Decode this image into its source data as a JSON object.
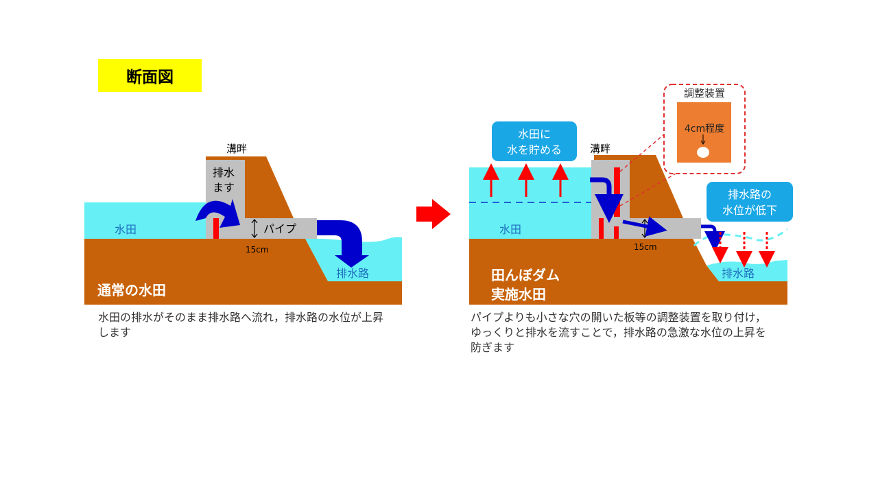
{
  "title": "断面図",
  "left": {
    "dike_label": "溝畔",
    "drain_box_label": [
      "排水",
      "ます"
    ],
    "paddy_label": "水田",
    "pipe_label": "パイプ",
    "pipe_height": "15cm",
    "channel_label": "排水路",
    "panel_title": "通常の水田",
    "caption": "水田の排水がそのまま排水路へ流れ，排水路の水位が上昇します"
  },
  "right": {
    "dike_label": "溝畔",
    "paddy_label": "水田",
    "pipe_height": "15cm",
    "channel_label": "排水路",
    "panel_title": [
      "田んぼダム",
      "実施水田"
    ],
    "callout_store": [
      "水田に",
      "水を貯める"
    ],
    "callout_level": [
      "排水路の",
      "水位が低下"
    ],
    "device_title": "調整装置",
    "device_hole": "4cm程度",
    "caption": "パイプよりも小さな穴の開いた板等の調整装置を取り付け，ゆっくりと排水を流すことで，排水路の急激な水位の上昇を防ぎます"
  },
  "colors": {
    "soil": "#c8620a",
    "water": "#66f0f5",
    "concrete": "#c0c0c0",
    "flow_arrow": "#0000cc",
    "red": "#ff0000",
    "callout": "#1aa7e6",
    "highlight": "#ffff00"
  }
}
